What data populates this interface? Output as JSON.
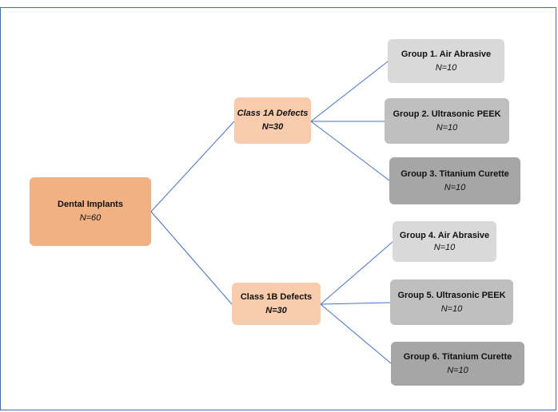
{
  "root": {
    "title": "Dental Implants",
    "n": "N=60"
  },
  "classes": [
    {
      "title": "Class 1A Defects",
      "n": "N=30"
    },
    {
      "title": "Class 1B Defects",
      "n": "N=30"
    }
  ],
  "groups": [
    {
      "title": "Group 1. Air Abrasive",
      "n": "N=10"
    },
    {
      "title": "Group 2. Ultrasonic PEEK",
      "n": "N=10"
    },
    {
      "title": "Group 3. Titanium Curette",
      "n": "N=10"
    },
    {
      "title": "Group 4. Air Abrasive",
      "n": "N=10"
    },
    {
      "title": "Group 5. Ultrasonic PEEK",
      "n": "N=10"
    },
    {
      "title": "Group 6. Titanium Curette",
      "n": "N=10"
    }
  ],
  "colors": {
    "line": "#4472c4",
    "root": "#f0b183",
    "class": "#f8cbad",
    "group_light": "#d9d9d9",
    "group_mid": "#bfbfbf",
    "group_dark": "#a6a6a6"
  }
}
